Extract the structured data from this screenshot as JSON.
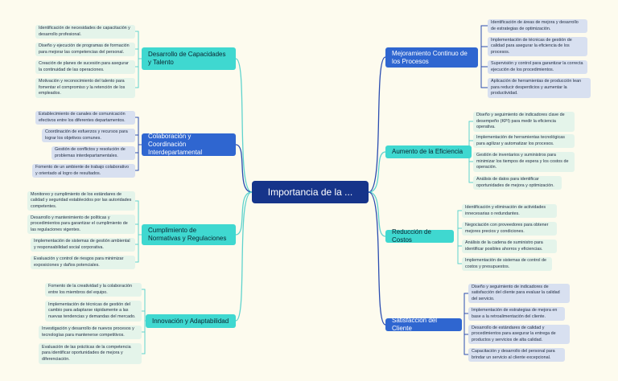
{
  "colors": {
    "background": "#fdfbee",
    "root": "#16348a",
    "teal_branch": "#3fd8d0",
    "blue_branch": "#2f66d0",
    "green_leaf": "#e4f4ea",
    "blue_leaf": "#d8e0f0",
    "teal_link": "#5fd3cd",
    "blue_link": "#2a4cb0"
  },
  "root": {
    "label": "Importancia de la ..."
  },
  "left": [
    {
      "label": "Desarrollo de Capacidades y Talento",
      "style": "teal",
      "items": [
        "Identificación de necesidades de capacitación y desarrollo profesional.",
        "Diseño y ejecución de programas de formación para mejorar las competencias del personal.",
        "Creación de planes de sucesión para asegurar la continuidad de las operaciones.",
        "Motivación y reconocimiento del talento para fomentar el compromiso y la retención de los empleados."
      ]
    },
    {
      "label": "Colaboración y Coordinación Interdepartamental",
      "style": "blue",
      "items": [
        "Establecimiento de canales de comunicación efectivos entre los diferentes departamentos.",
        "Coordinación de esfuerzos y recursos para lograr los objetivos comunes.",
        "Gestión de conflictos y resolución de problemas interdepartamentales.",
        "Fomento de un ambiente de trabajo colaborativo y orientado al logro de resultados."
      ]
    },
    {
      "label": "Cumplimiento de Normativas y Regulaciones",
      "style": "teal",
      "items": [
        "Monitoreo y cumplimiento de los estándares de calidad y seguridad establecidos por las autoridades competentes.",
        "Desarrollo y mantenimiento de políticas y procedimientos para garantizar el cumplimiento de las regulaciones vigentes.",
        "Implementación de sistemas de gestión ambiental y responsabilidad social corporativa.",
        "Evaluación y control de riesgos para minimizar exposiciones y daños potenciales."
      ]
    },
    {
      "label": "Innovación y Adaptabilidad",
      "style": "teal",
      "items": [
        "Fomento de la creatividad y la colaboración entre los miembros del equipo.",
        "Implementación de técnicas de gestión del cambio para adaptarse rápidamente a las nuevas tendencias y demandas del mercado.",
        "Investigación y desarrollo de nuevos procesos y tecnologías para mantenerse competitivos.",
        "Evaluación de las prácticas de la competencia para identificar oportunidades de mejora y diferenciación."
      ]
    }
  ],
  "right": [
    {
      "label": "Mejoramiento Continuo de los Procesos",
      "style": "blue",
      "items": [
        "Identificación de áreas de mejora y desarrollo de estrategias de optimización.",
        "Implementación de técnicas de gestión de calidad para asegurar la eficiencia de los procesos.",
        "Supervisión y control para garantizar la correcta ejecución de los procedimientos.",
        "Aplicación de herramientas de producción lean para reducir desperdicios y aumentar la productividad."
      ]
    },
    {
      "label": "Aumento de la Eficiencia",
      "style": "teal",
      "items": [
        "Diseño y seguimiento de indicadores clave de desempeño (KPI) para medir la eficiencia operativa.",
        "Implementación de herramientas tecnológicas para agilizar y automatizar los procesos.",
        "Gestión de inventarios y suministros para minimizar los tiempos de espera y los costos de operación.",
        "Análisis de datos para identificar oportunidades de mejora y optimización."
      ]
    },
    {
      "label": "Reducción de Costos",
      "style": "teal",
      "items": [
        "Identificación y eliminación de actividades innecesarias o redundantes.",
        "Negociación con proveedores para obtener mejores precios y condiciones.",
        "Análisis de la cadena de suministro para identificar posibles ahorros y eficiencias.",
        "Implementación de sistemas de control de costos y presupuestos."
      ]
    },
    {
      "label": "Satisfacción del Cliente",
      "style": "blue",
      "items": [
        "Diseño y seguimiento de indicadores de satisfacción del cliente para evaluar la calidad del servicio.",
        "Implementación de estrategias de mejora en base a la retroalimentación del cliente.",
        "Desarrollo de estándares de calidad y procedimientos para asegurar la entrega de productos y servicios de alta calidad.",
        "Capacitación y desarrollo del personal para brindar un servicio al cliente excepcional."
      ]
    }
  ]
}
